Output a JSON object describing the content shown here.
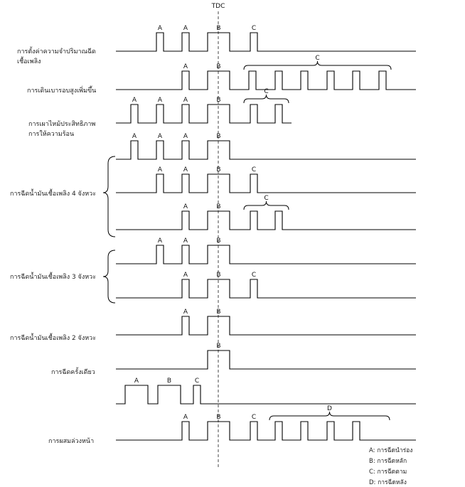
{
  "tdc_label": "TDC",
  "rows": [
    {
      "label": "การตั้งค่าความจำปริมาณฉีดเชื้อเพลิง"
    },
    {
      "label": "การเดินเบารอบสูงเพิ่มขึ้น"
    },
    {
      "label": "การเผาไหม้ประสิทธิภาพการให้ความร้อน"
    },
    {
      "label": ""
    },
    {
      "label": "การฉีดน้ำมันเชื้อเพลิง 4 จังหวะ"
    },
    {
      "label": ""
    },
    {
      "label": ""
    },
    {
      "label": "การฉีดน้ำมันเชื้อเพลิง 3 จังหวะ"
    },
    {
      "label": "การฉีดน้ำมันเชื้อเพลิง 2 จังหวะ"
    },
    {
      "label": "การฉีดครั้งเดียว"
    },
    {
      "label": ""
    },
    {
      "label": "การผสมล่วงหน้า"
    }
  ],
  "pulse_letters": {
    "A": "A",
    "B": "B",
    "C": "C",
    "D": "D"
  },
  "legend": [
    "A: การฉีดนำร่อง",
    "B: การฉีดหลัก",
    "C: การฉีดตาม",
    "D: การฉีดหลัง"
  ]
}
